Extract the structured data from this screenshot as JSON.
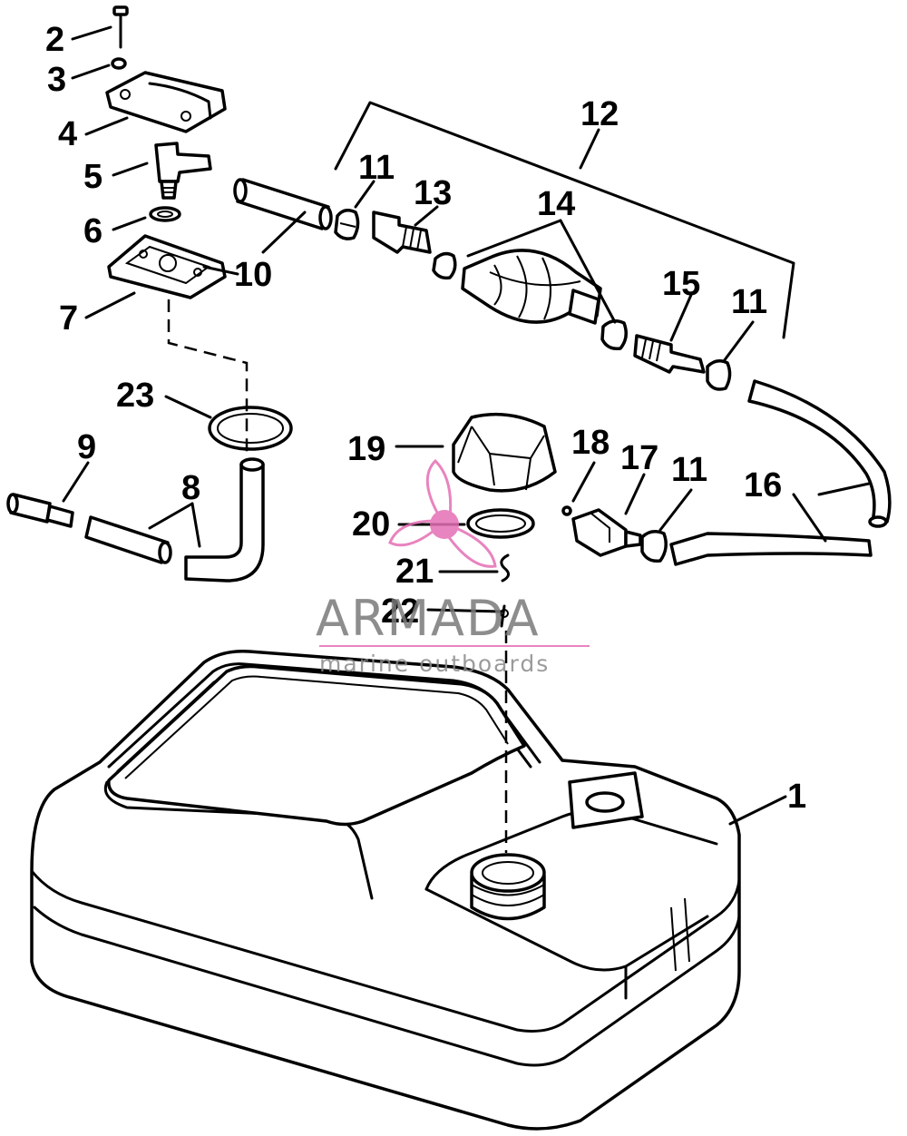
{
  "callouts": {
    "c1": "1",
    "c2": "2",
    "c3": "3",
    "c4": "4",
    "c5": "5",
    "c6": "6",
    "c7": "7",
    "c8": "8",
    "c9": "9",
    "c10": "10",
    "c11a": "11",
    "c11b": "11",
    "c11c": "11",
    "c12": "12",
    "c13": "13",
    "c14": "14",
    "c15": "15",
    "c16": "16",
    "c17": "17",
    "c18": "18",
    "c19": "19",
    "c20": "20",
    "c21": "21",
    "c22": "22",
    "c23": "23"
  },
  "watermark": {
    "title": "ARMADA",
    "subtitle": "marine outboards",
    "logo_color": "#e46fb4",
    "text_color": "#7a7a7a"
  }
}
